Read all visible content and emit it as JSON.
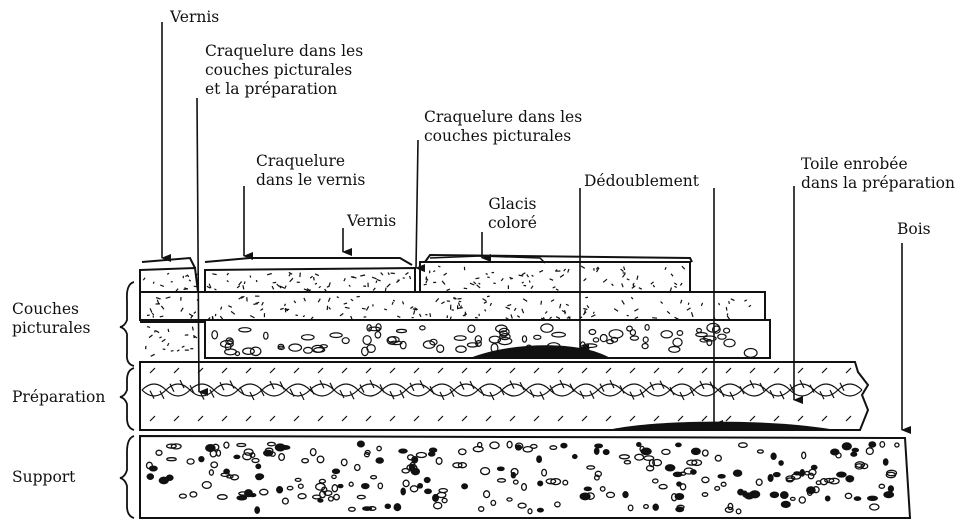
{
  "labels": {
    "vernis_top": "Vernis",
    "craq_couches_prep": [
      "Craquelure dans les",
      "couches picturales",
      "et la préparation"
    ],
    "craq_couches": [
      "Craquelure dans les",
      "couches picturales"
    ],
    "craq_vernis": [
      "Craquelure",
      "dans le vernis"
    ],
    "vernis_mid": "Vernis",
    "glacis": [
      "Glacis",
      "coloré"
    ],
    "dedoublement": "Dédoublement",
    "toile": [
      "Toile enrobée",
      "dans la préparation"
    ],
    "bois": "Bois"
  },
  "sides": {
    "couches": [
      "Couches",
      "picturales"
    ],
    "preparation": "Préparation",
    "support": "Support"
  }
}
